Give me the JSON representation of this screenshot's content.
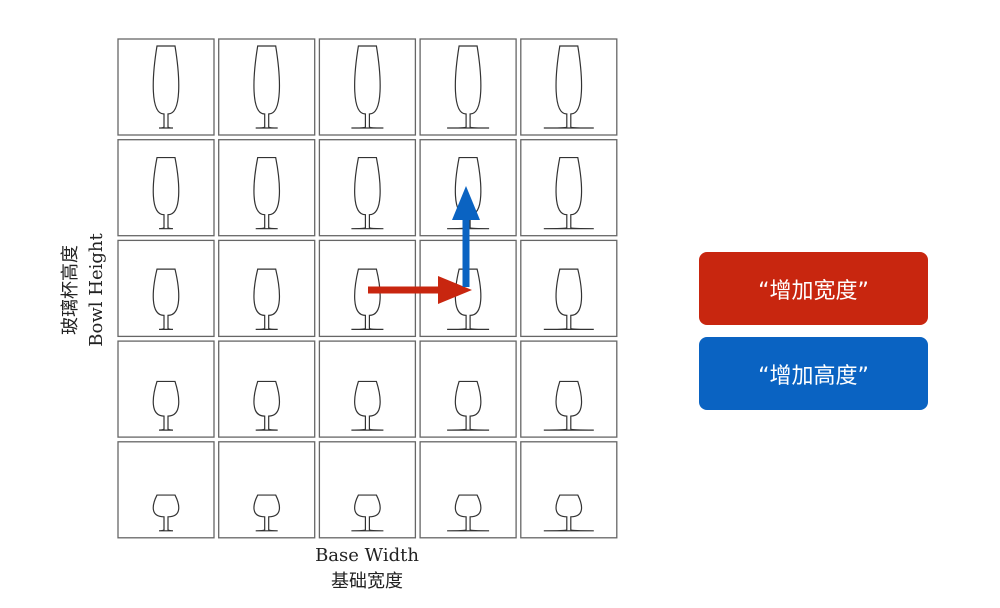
{
  "axes": {
    "y_label_cn": "玻璃杯高度",
    "y_label_en": "Bowl Height",
    "x_label_en": "Base Width",
    "x_label_cn": "基础宽度"
  },
  "grid": {
    "rows": 5,
    "columns": 5,
    "bowl_height_levels": [
      1.0,
      0.84,
      0.68,
      0.51,
      0.32
    ],
    "base_width_levels": [
      0.28,
      0.44,
      0.64,
      0.84,
      1.0
    ]
  },
  "arrows": [
    {
      "name": "increase-width-arrow",
      "color": "#c8260f",
      "from": [
        2,
        2
      ],
      "to": [
        3,
        2
      ]
    },
    {
      "name": "increase-height-arrow",
      "color": "#0a63c2",
      "from": [
        3,
        2
      ],
      "to": [
        3,
        1
      ]
    }
  ],
  "legend": [
    {
      "label": "“增加宽度”",
      "color": "#c8260f"
    },
    {
      "label": "“增加高度”",
      "color": "#0a63c2"
    }
  ]
}
